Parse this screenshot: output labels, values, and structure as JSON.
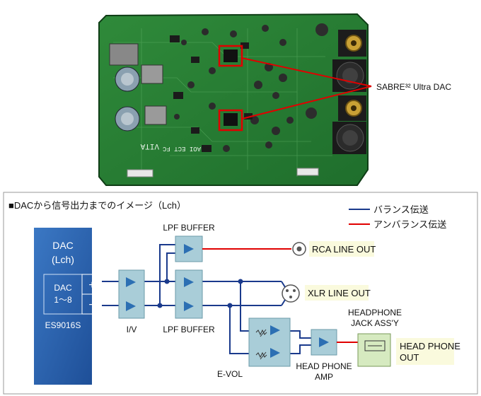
{
  "photo": {
    "callout": "SABRE³² Ultra DAC",
    "silk_labels": [
      "AOI ECT FC",
      "VITA"
    ]
  },
  "diagram": {
    "title": "■DACから信号出力までのイメージ（Lch）",
    "legend": {
      "balanced": "バランス伝送",
      "unbalanced": "アンバランス伝送",
      "balanced_color": "#1a3a8c",
      "unbalanced_color": "#e00000"
    },
    "dac_block": {
      "title": "DAC\n(Lch)",
      "inner": "DAC\n1～8",
      "chip": "ES9016S",
      "plus": "+",
      "minus": "−"
    },
    "iv_label": "I/V",
    "lpf_buffer_top": "LPF BUFFER",
    "lpf_buffer_mid": "LPF BUFFER",
    "rca_out": "RCA LINE OUT",
    "xlr_out": "XLR LINE OUT",
    "evol": "E-VOL",
    "hp_amp": "HEAD PHONE\nAMP",
    "hp_jack": "HEADPHONE\nJACK ASS'Y",
    "hp_out": "HEAD PHONE\nOUT"
  }
}
